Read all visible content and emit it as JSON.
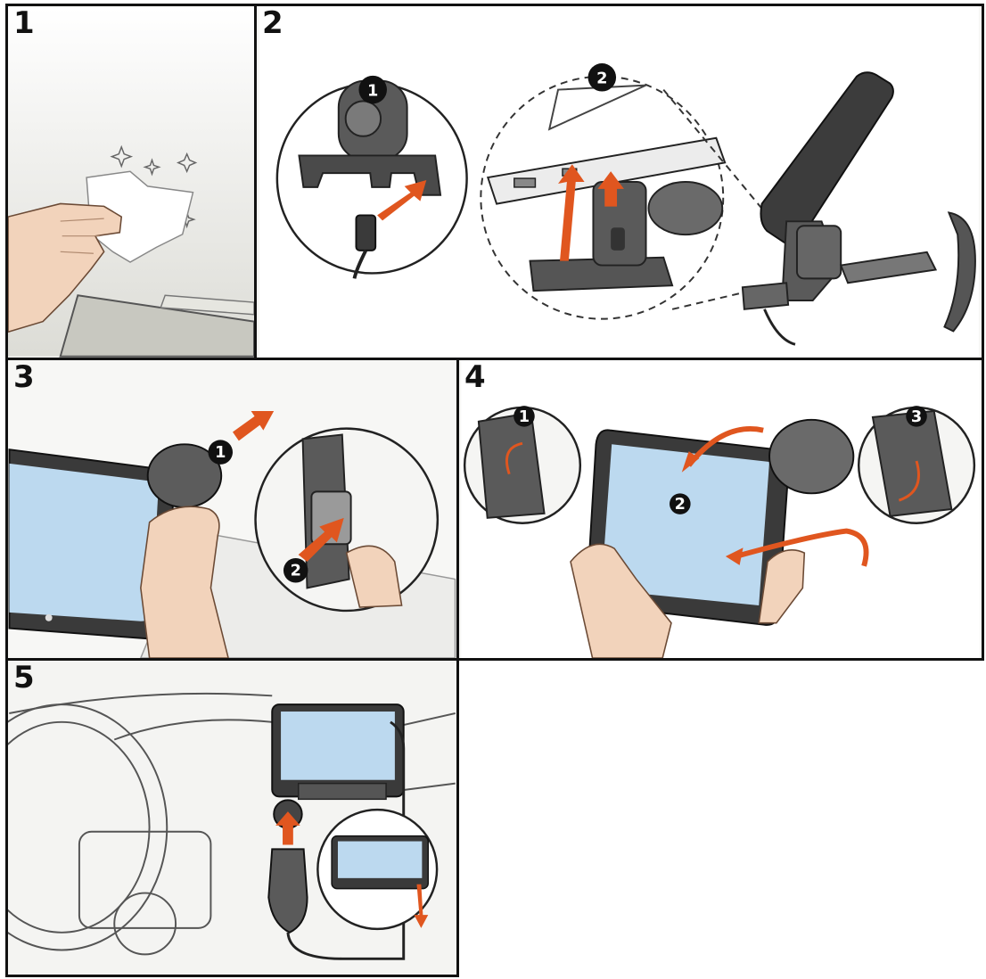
{
  "steps": [
    {
      "number": "1"
    },
    {
      "number": "2",
      "badges": [
        "1",
        "2"
      ]
    },
    {
      "number": "3",
      "badges": [
        "1",
        "2"
      ]
    },
    {
      "number": "4",
      "badges": [
        "1",
        "2",
        "3"
      ]
    },
    {
      "number": "5"
    }
  ],
  "colors": {
    "arrow": "#e0561f",
    "screen": "#bcd9ef",
    "device": "#3a3a3a",
    "line": "#222222",
    "panel_bg": "#f7f7f5"
  }
}
